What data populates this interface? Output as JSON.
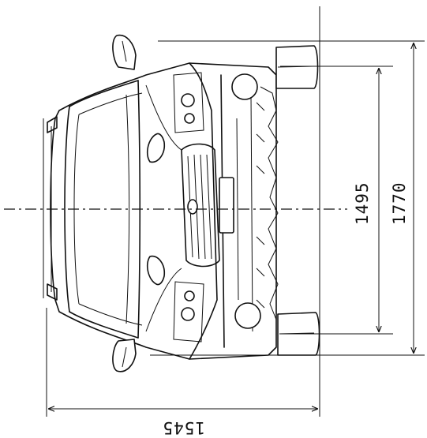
{
  "dimensions": {
    "track": "1495",
    "width": "1770",
    "height": "1545"
  },
  "colors": {
    "line": "#111111",
    "background": "#ffffff"
  }
}
